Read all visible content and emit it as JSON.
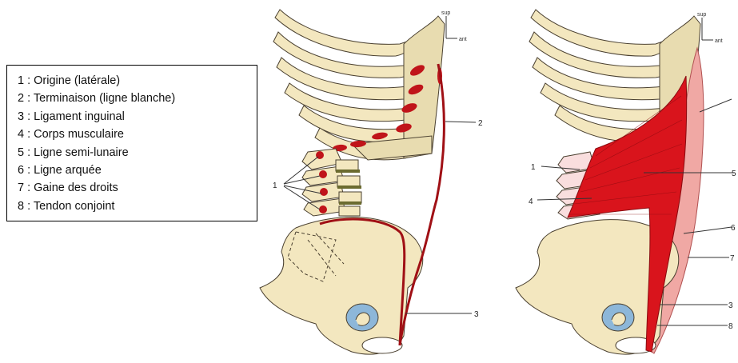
{
  "legend": {
    "items": [
      "1 : Origine (latérale)",
      "2 : Terminaison (ligne blanche)",
      "3 : Ligament inguinal",
      "4 : Corps musculaire",
      "5 : Ligne semi-lunaire",
      "6 : Ligne arquée",
      "7 : Gaine des droits",
      "8 : Tendon conjoint"
    ]
  },
  "figure_left": {
    "orientation": {
      "sup": "sup",
      "ant": "ant"
    },
    "labels": {
      "origin": "1",
      "termination": "2",
      "inguinal": "3"
    }
  },
  "figure_right": {
    "orientation": {
      "sup": "sup",
      "ant": "ant"
    },
    "labels": {
      "origin": "1",
      "muscle_body": "4",
      "semilunar": "5",
      "arcuate": "6",
      "sheath": "7",
      "inguinal": "3",
      "conjoint": "8"
    }
  },
  "colors": {
    "bone": "#f3e7bf",
    "bone_outline": "#4a4030",
    "muscle": "#d9141c",
    "origin_marks": "#c0141a",
    "sheath": "#f0a8a4",
    "foramen": "#8db7d9"
  }
}
